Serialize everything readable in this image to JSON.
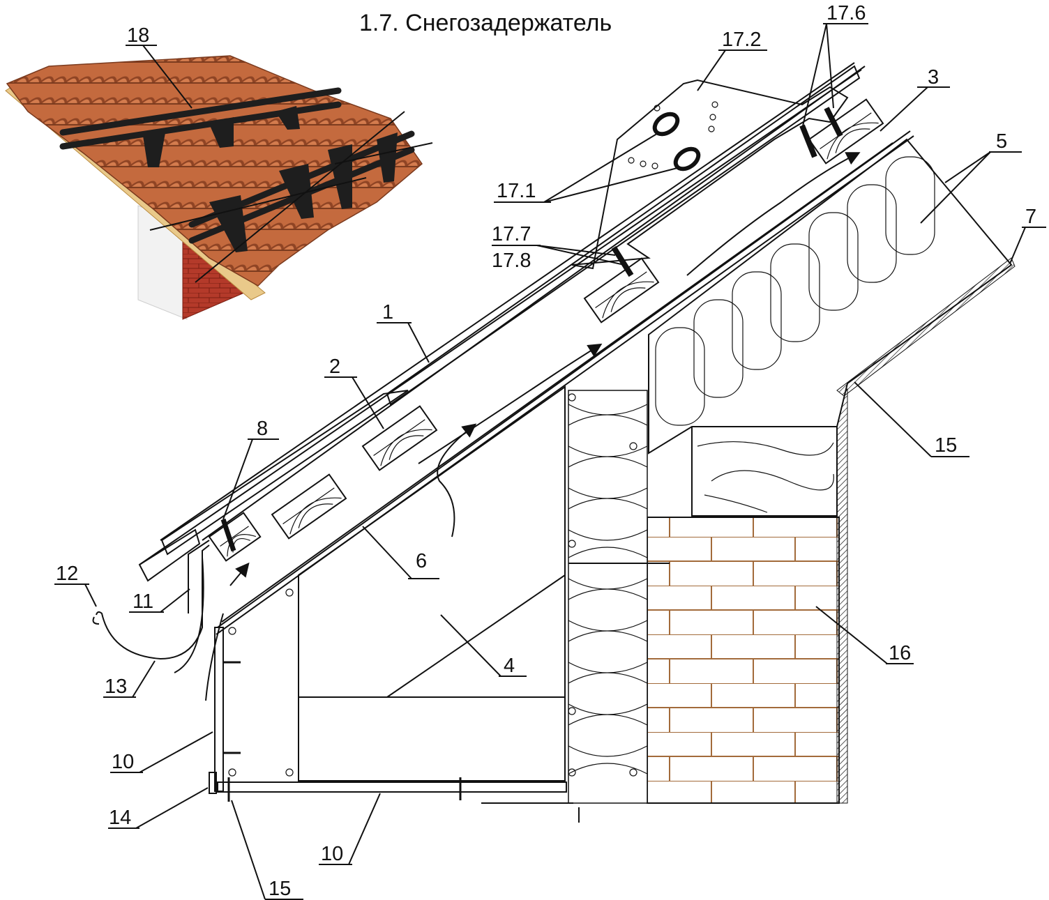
{
  "title": "1.7. Снегозадержатель",
  "colors": {
    "tile": "#c46a3e",
    "tile_dark": "#8f4424",
    "snow_guard": "#1e1e1e",
    "brick_mortar": "#a26a3a",
    "wall_white": "#f2f2f2",
    "brick_red": "#b43a2a",
    "timber": "#e9c98a"
  },
  "labels": {
    "l18": "18",
    "l17_2": "17.2",
    "l17_6": "17.6",
    "l3": "3",
    "l5": "5",
    "l7": "7",
    "l17_1": "17.1",
    "l17_7": "17.7",
    "l17_8": "17.8",
    "l1": "1",
    "l2": "2",
    "l8": "8",
    "l12": "12",
    "l11": "11",
    "l6": "6",
    "l13": "13",
    "l4": "4",
    "l10a": "10",
    "l14": "14",
    "l10b": "10",
    "l15a": "15",
    "l15b": "15",
    "l16": "16"
  }
}
